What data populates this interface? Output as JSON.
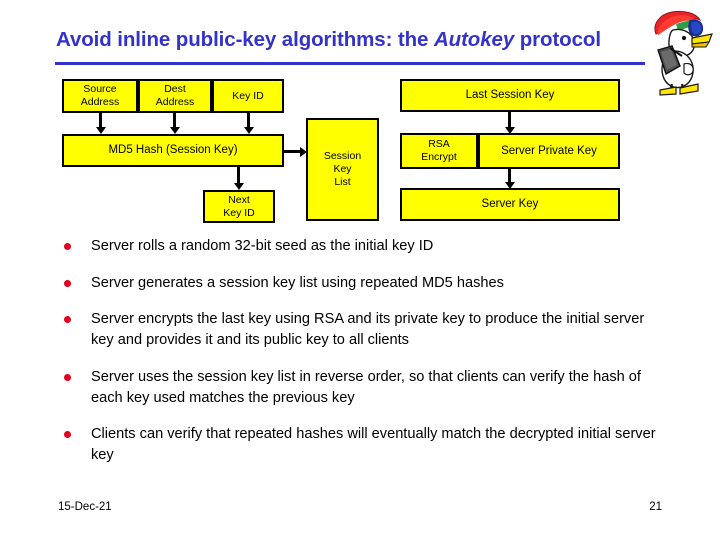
{
  "slide": {
    "title_part1": "Avoid inline public-key algorithms: the ",
    "title_italic": "Autokey",
    "title_part2": " protocol",
    "accent_color": "#3333CC",
    "box_fill_color": "#FFFF00",
    "box_border_color": "#000000",
    "bullet_color": "#E00020"
  },
  "diagram": {
    "boxes": [
      {
        "id": "source-address",
        "label": "Source\nAddress"
      },
      {
        "id": "dest-address",
        "label": "Dest\nAddress"
      },
      {
        "id": "key-id",
        "label": "Key ID"
      },
      {
        "id": "md5-hash",
        "label": "MD5 Hash (Session Key)"
      },
      {
        "id": "next-key-id",
        "label": "Next\nKey ID"
      },
      {
        "id": "session-key-list",
        "label": "Session\nKey\nList"
      },
      {
        "id": "last-session-key",
        "label": "Last Session Key"
      },
      {
        "id": "rsa-encrypt",
        "label": "RSA\nEncrypt"
      },
      {
        "id": "server-private-key",
        "label": "Server Private Key"
      },
      {
        "id": "server-key",
        "label": "Server Key"
      }
    ],
    "labels": {
      "source_address": "Source\nAddress",
      "dest_address": "Dest\nAddress",
      "key_id": "Key ID",
      "md5_hash": "MD5 Hash (Session Key)",
      "next_key_id": "Next\nKey ID",
      "session_key_list": "Session\nKey\nList",
      "last_session_key": "Last Session Key",
      "rsa_encrypt": "RSA\nEncrypt",
      "server_private_key": "Server Private Key",
      "server_key": "Server Key"
    }
  },
  "bullets": [
    "Server rolls a random 32-bit seed as the initial key ID",
    "Server generates a session key list using repeated MD5 hashes",
    "Server encrypts the last key using RSA and its private key to produce the initial server key and provides it and its public key to all clients",
    "Server uses the session key list in reverse order, so that clients can verify the hash of each key used matches the previous key",
    "Clients can verify that repeated hashes will eventually match the decrypted initial server key"
  ],
  "footer": {
    "date": "15-Dec-21",
    "page_number": "21"
  },
  "mascot": {
    "name": "woodpecker-mascot-icon"
  }
}
